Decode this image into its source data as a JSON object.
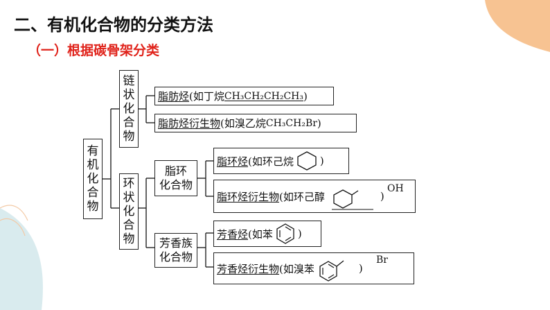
{
  "title": "二、有机化合物的分类方法",
  "subtitle": "（一）根据碳骨架分类",
  "root": {
    "label": [
      "有",
      "机",
      "化",
      "合",
      "物"
    ]
  },
  "chain": {
    "label": [
      "链",
      "状",
      "化",
      "合",
      "物"
    ],
    "items": [
      {
        "name": "脂肪烃",
        "open": "(如丁烷",
        "formula": "CH₃CH₂CH₂CH₃",
        "close": ")"
      },
      {
        "name": "脂肪烃衍生物",
        "open": "(如溴乙烷",
        "formula": "CH₃CH₂Br",
        "close": ")"
      }
    ]
  },
  "ring": {
    "label": [
      "环",
      "状",
      "化",
      "合",
      "物"
    ],
    "alicyclic": {
      "label": [
        "脂环",
        "化合物"
      ],
      "items": [
        {
          "name": "脂环烃",
          "open": "(如环己烷",
          "close": ")"
        },
        {
          "name": "脂环烃衍生物",
          "open": "(如环己醇",
          "substituent": "OH",
          "close": ")"
        }
      ]
    },
    "aromatic": {
      "label": [
        "芳香族",
        "化合物"
      ],
      "items": [
        {
          "name": "芳香烃",
          "open": "(如苯",
          "close": ")"
        },
        {
          "name": "芳香烃衍生物",
          "open": "(如溴苯",
          "substituent": "Br",
          "close": ")"
        }
      ]
    }
  },
  "colors": {
    "accent": "#e0231b",
    "line": "#222222",
    "deco_orange": "#f6b87f",
    "deco_teal": "#cfe6ea"
  }
}
